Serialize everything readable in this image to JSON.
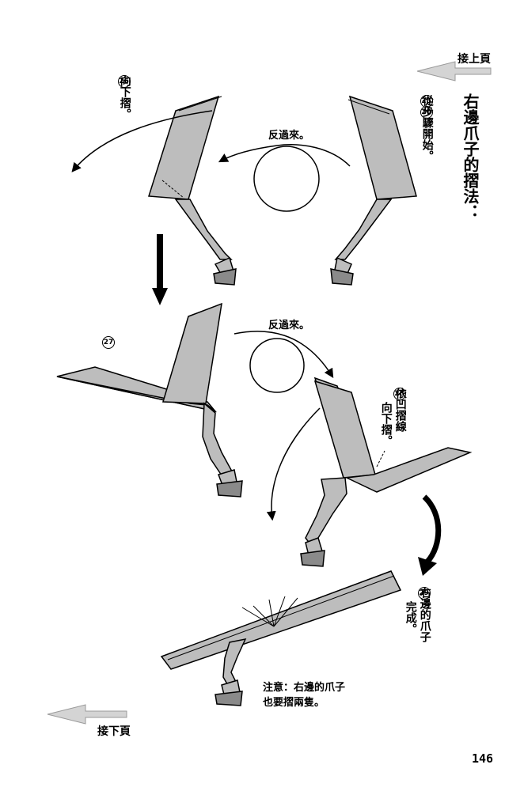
{
  "nav": {
    "prev_label": "接上頁",
    "next_label": "接下頁"
  },
  "title": "右邊爪子的摺法：",
  "steps": {
    "s25": {
      "num": "25",
      "text_a": "從",
      "ref": "20",
      "text_b": "步驟開始。"
    },
    "s26": {
      "num": "26",
      "text": "向下摺。"
    },
    "s27": {
      "num": "27"
    },
    "s28": {
      "num": "28",
      "line1": "依凹摺線",
      "line2": "向下摺。"
    },
    "s29": {
      "num": "29",
      "line1": "右邊的爪子",
      "line2": "完成。"
    }
  },
  "flip_label_1": "反過來。",
  "flip_label_2": "反過來。",
  "note": {
    "line1": "注意：右邊的爪子",
    "line2": "也要摺兩隻。"
  },
  "page_number": "146",
  "colors": {
    "paper_fill": "#bdbdbd",
    "ink": "#000000",
    "nav_arrow": "#cfcfcf"
  },
  "icons": {
    "prev": "left-arrow-icon",
    "next": "left-arrow-icon",
    "flip": "circle-icon",
    "step_arrow": "down-arrow-icon"
  }
}
